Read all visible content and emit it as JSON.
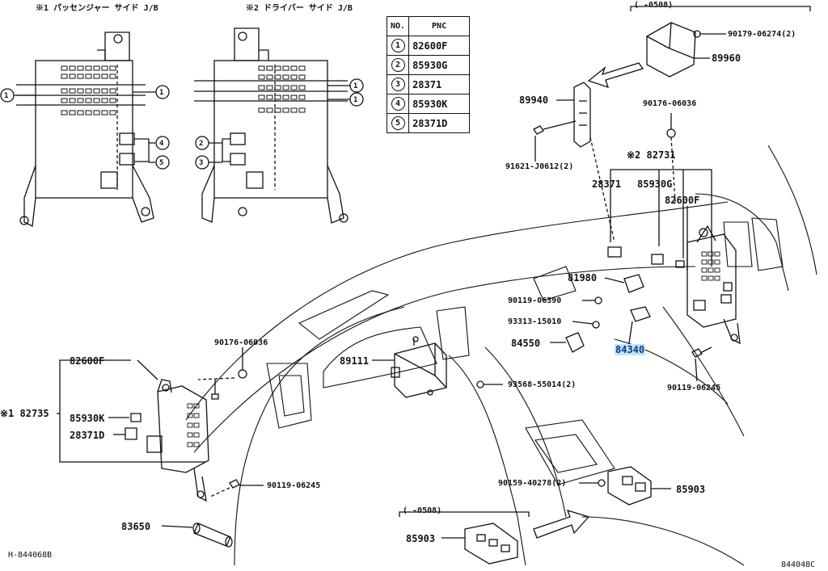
{
  "headers": {
    "passenger_jb": "※1  パッセンジャー サイド J/B",
    "driver_jb": "※2  ドライバー サイド J/B",
    "range_top": "(     -0508)",
    "range_bottom": "(     -0508)"
  },
  "pnc_table": {
    "col_no": "NO.",
    "col_pnc": "PNC",
    "rows": [
      {
        "no": "1",
        "pnc": "82600F"
      },
      {
        "no": "2",
        "pnc": "85930G"
      },
      {
        "no": "3",
        "pnc": "28371"
      },
      {
        "no": "4",
        "pnc": "85930K"
      },
      {
        "no": "5",
        "pnc": "28371D"
      }
    ]
  },
  "callouts": {
    "left_one_a": "1",
    "left_one_b": "1",
    "left_four": "4",
    "left_five": "5",
    "right_one": "1",
    "right_one_b": "1",
    "right_two": "2",
    "right_three": "3"
  },
  "parts": {
    "p90179": "90179-06274(2)",
    "p89960": "89960",
    "p89940": "89940",
    "p90176a": "90176-06036",
    "p91621": "91621-J0612(2)",
    "p82731": "※2  82731",
    "p28371": "28371",
    "p85930g": "85930G",
    "p82600f_r": "82600F",
    "p81980": "81980",
    "p90119a": "90119-06390",
    "p93313": "93313-15010",
    "p84550": "84550",
    "p84340": "84340",
    "p90119b": "90119-06245",
    "p90176b": "90176-06036",
    "p82600f_l": "82600F",
    "p89111": "89111",
    "p93568": "93568-55014(2)",
    "p82735": "※1  82735",
    "p85930k": "85930K",
    "p28371d": "28371D",
    "p90119c": "90119-06245",
    "p90159": "90159-40278(2)",
    "p85903a": "85903",
    "p83650": "83650",
    "p85903b": "85903"
  },
  "footer": {
    "left_code": "H-844068B",
    "right_code": "844048C"
  }
}
